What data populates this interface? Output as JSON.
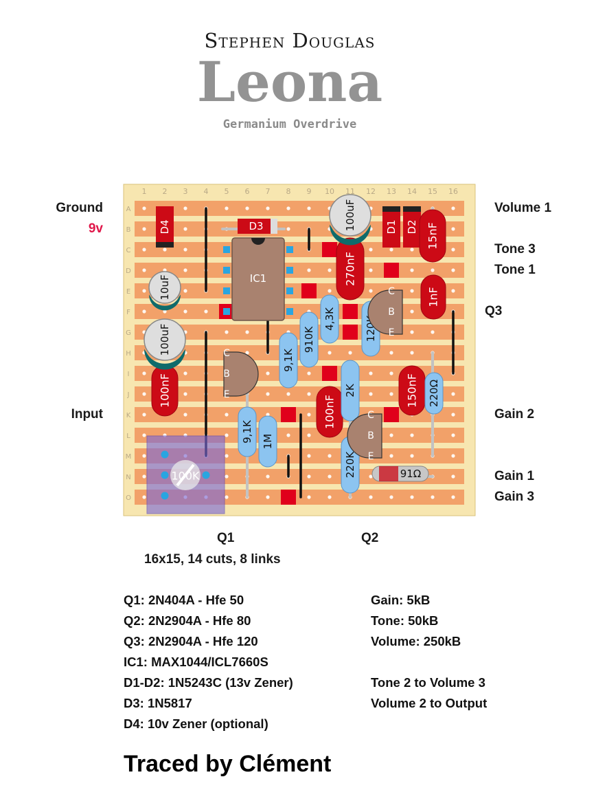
{
  "header": {
    "brand": "Stephen Douglas",
    "title": "Leona",
    "subtitle": "Germanium Overdrive"
  },
  "board": {
    "columns": [
      "1",
      "2",
      "3",
      "4",
      "5",
      "6",
      "7",
      "8",
      "9",
      "10",
      "11",
      "12",
      "13",
      "14",
      "15",
      "16"
    ],
    "rows": [
      "A",
      "B",
      "C",
      "D",
      "E",
      "F",
      "G",
      "H",
      "I",
      "J",
      "K",
      "L",
      "M",
      "N",
      "O"
    ],
    "colors": {
      "board": "#f7e6b0",
      "strip": "#f2a169",
      "cut": "#e0001b",
      "resistor": "#8cc4f0",
      "cap": "#cc0a16",
      "ic": "#a9826f",
      "pot": "#7b68d6"
    }
  },
  "labels": {
    "left": {
      "ground": "Ground",
      "v9": "9v",
      "input": "Input"
    },
    "right": {
      "volume1": "Volume 1",
      "tone3": "Tone 3",
      "tone1": "Tone 1",
      "q3": "Q3",
      "gain2": "Gain 2",
      "gain1": "Gain 1",
      "gain3": "Gain 3"
    },
    "bottom": {
      "q1": "Q1",
      "q2": "Q2",
      "stats": "16x15, 14 cuts, 8 links"
    }
  },
  "components": {
    "d4": "D4",
    "d3": "D3",
    "d1": "D1",
    "d2": "D2",
    "c100uf_top": "100uF",
    "c15nf": "15nF",
    "ic1": "IC1",
    "c270nf": "270nF",
    "c10uf": "10uF",
    "c1nf": "1nF",
    "r4k3": "4,3K",
    "r120k": "120K",
    "c100uf_left": "100uF",
    "r910k": "910K",
    "r9k1_top": "9,1K",
    "r2k": "2K",
    "c100nf_left": "100nF",
    "c150nf": "150nF",
    "r220": "220Ω",
    "c100nf_mid": "100nF",
    "r9k1_low": "9,1K",
    "r1m": "1M",
    "r220k": "220K",
    "r91": "91Ω",
    "pot100k": "100K",
    "pin_c": "C",
    "pin_b": "B",
    "pin_e": "E"
  },
  "bom_left": [
    "Q1: 2N404A  - Hfe 50",
    "Q2: 2N2904A  - Hfe 80",
    "Q3: 2N2904A  - Hfe 120",
    "IC1: MAX1044/ICL7660S",
    "D1-D2: 1N5243C (13v Zener)",
    "D3: 1N5817",
    "D4: 10v Zener (optional)"
  ],
  "bom_right": [
    "Gain: 5kB",
    "Tone: 50kB",
    "Volume: 250kB",
    "",
    "Tone 2 to Volume 3",
    "Volume 2 to Output"
  ],
  "footer": {
    "traced": "Traced by Clément"
  }
}
